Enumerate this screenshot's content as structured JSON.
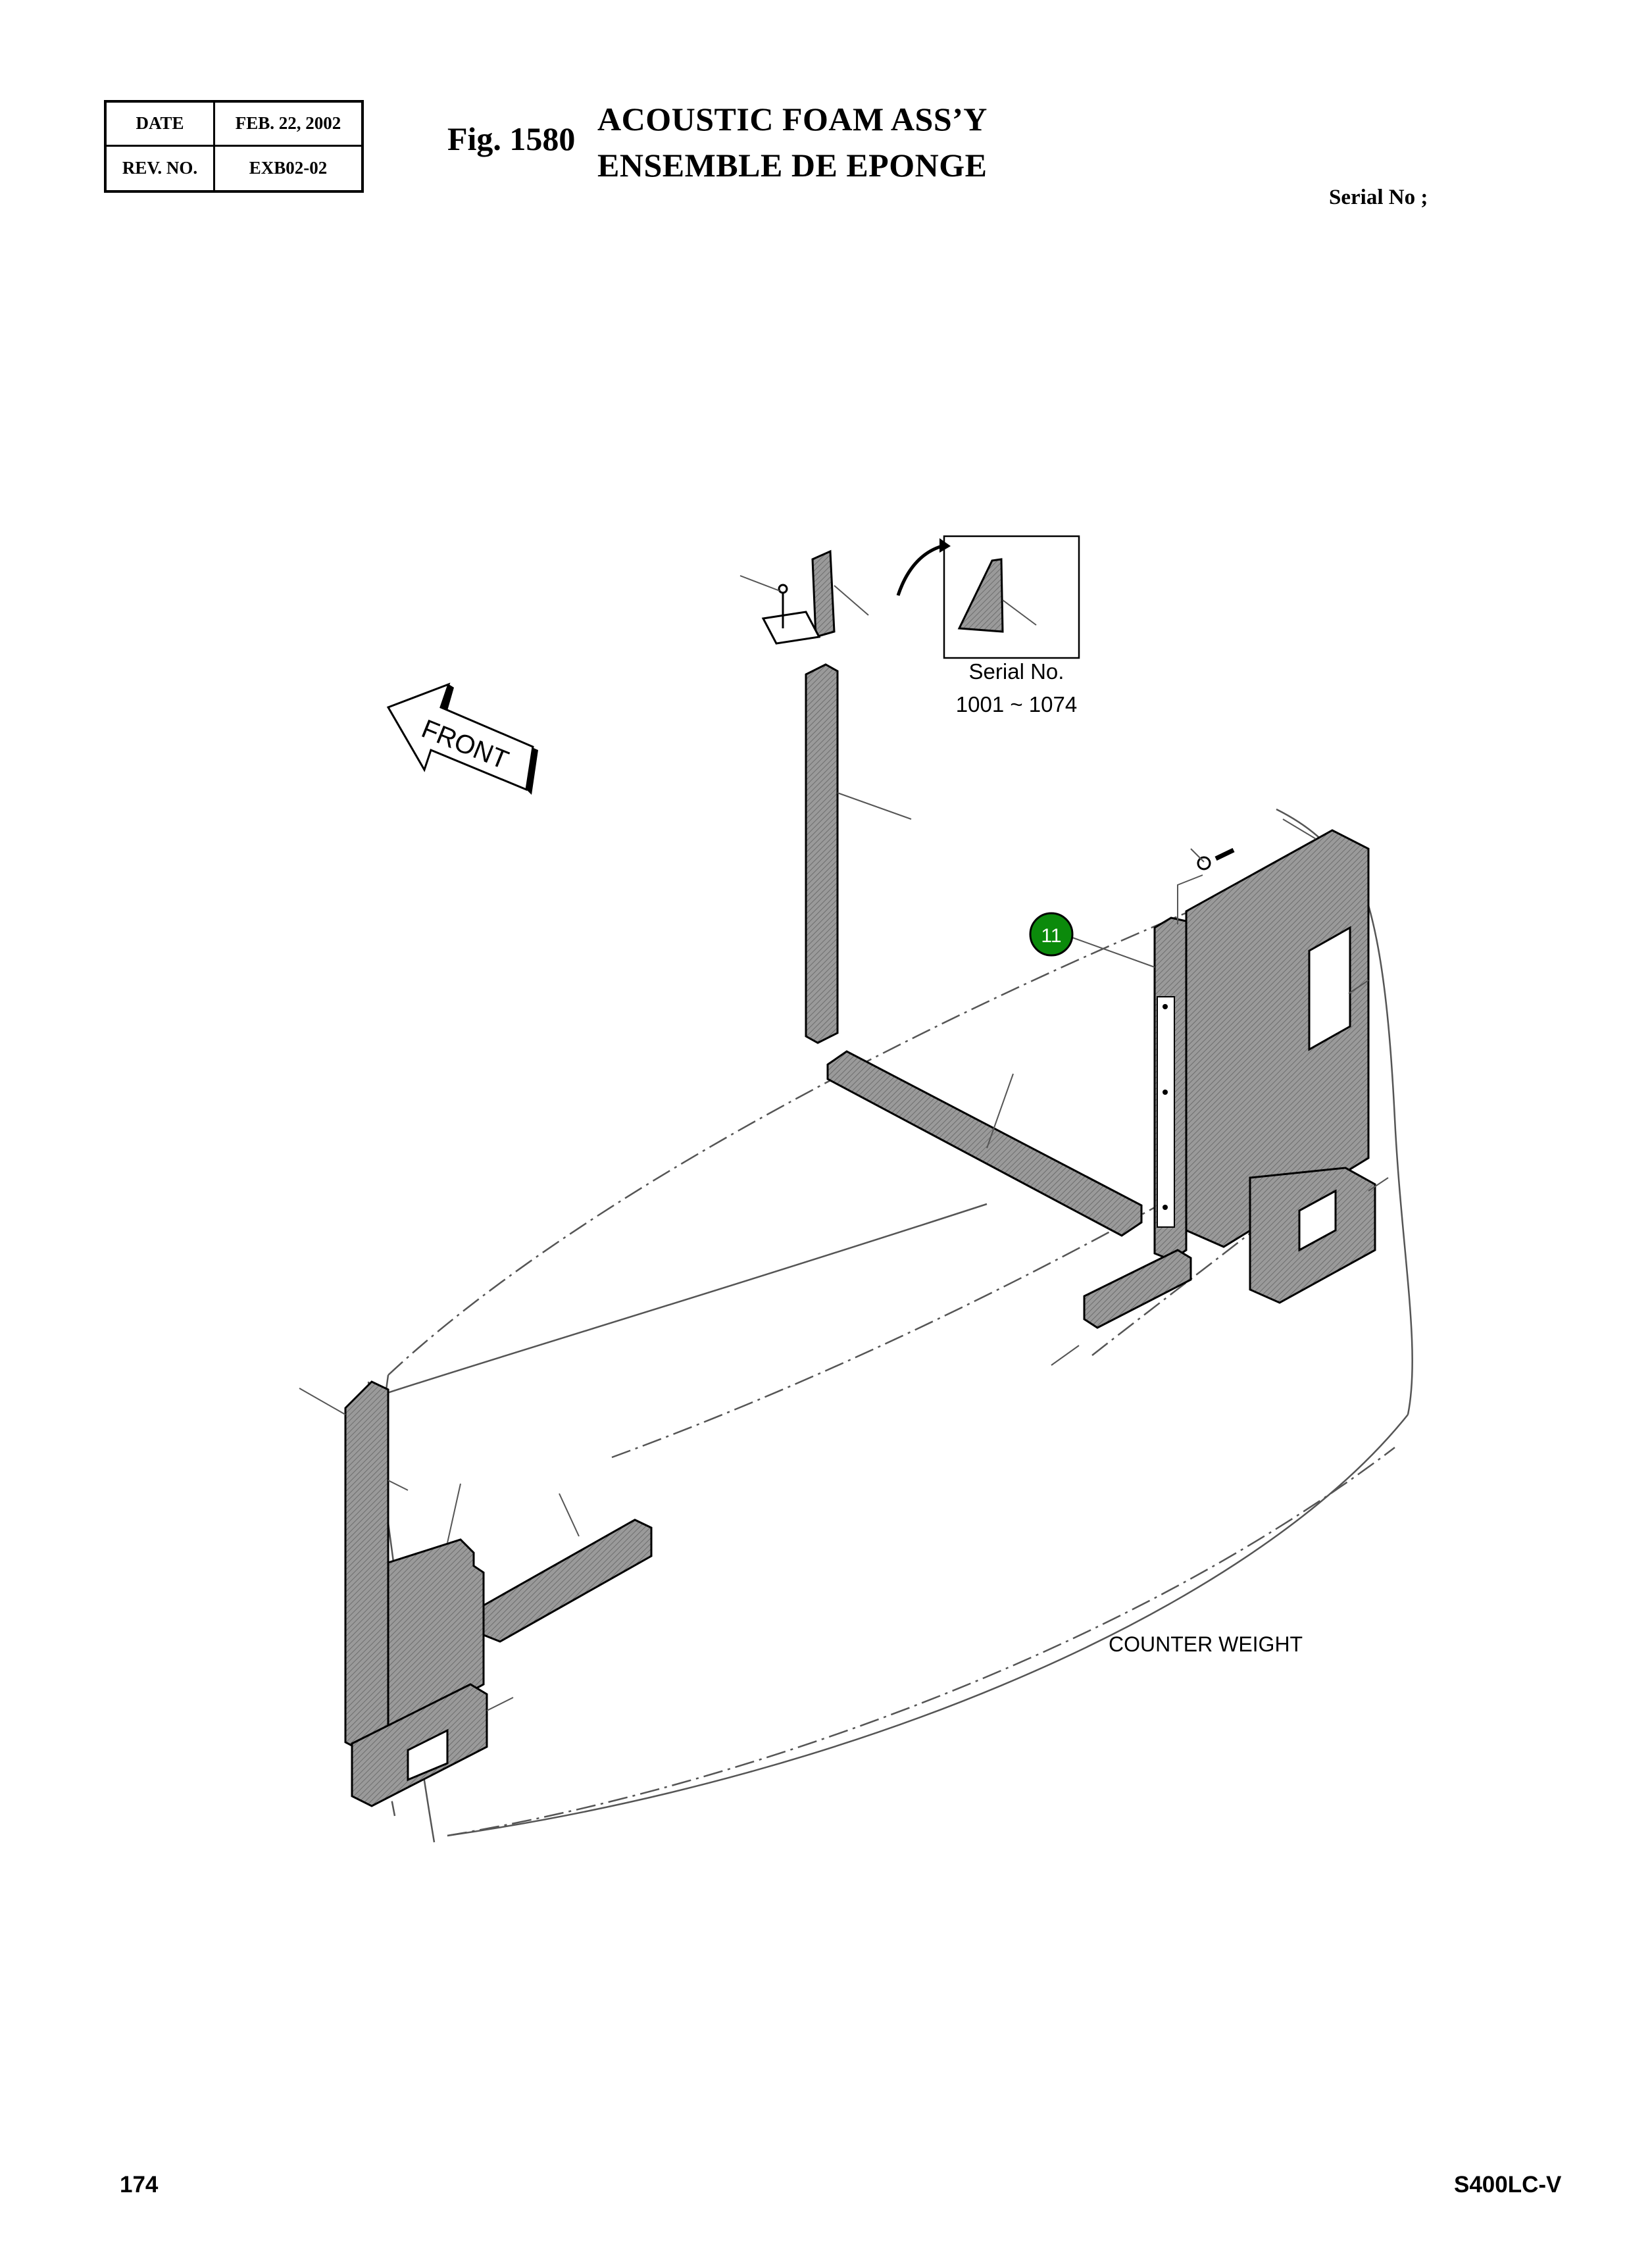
{
  "header": {
    "rev_table": {
      "date_label": "DATE",
      "date_value": "FEB. 22, 2002",
      "rev_label": "REV. NO.",
      "rev_value": "EXB02-02"
    },
    "fig_number": "Fig. 1580",
    "title_en": "ACOUSTIC FOAM ASS’Y",
    "title_fr": "ENSEMBLE DE EPONGE",
    "serial_label": "Serial No ;"
  },
  "diagram": {
    "front_arrow_label": "FRONT",
    "inset_serial_label": "Serial No.",
    "inset_serial_range": "1001 ~ 1074",
    "callout_number": "11",
    "callout_color": "#0b8a0b",
    "counterweight_label": "COUNTER WEIGHT",
    "part_fill_color": "#8c8c8c"
  },
  "footer": {
    "page_number": "174",
    "model_code": "S400LC-V"
  }
}
